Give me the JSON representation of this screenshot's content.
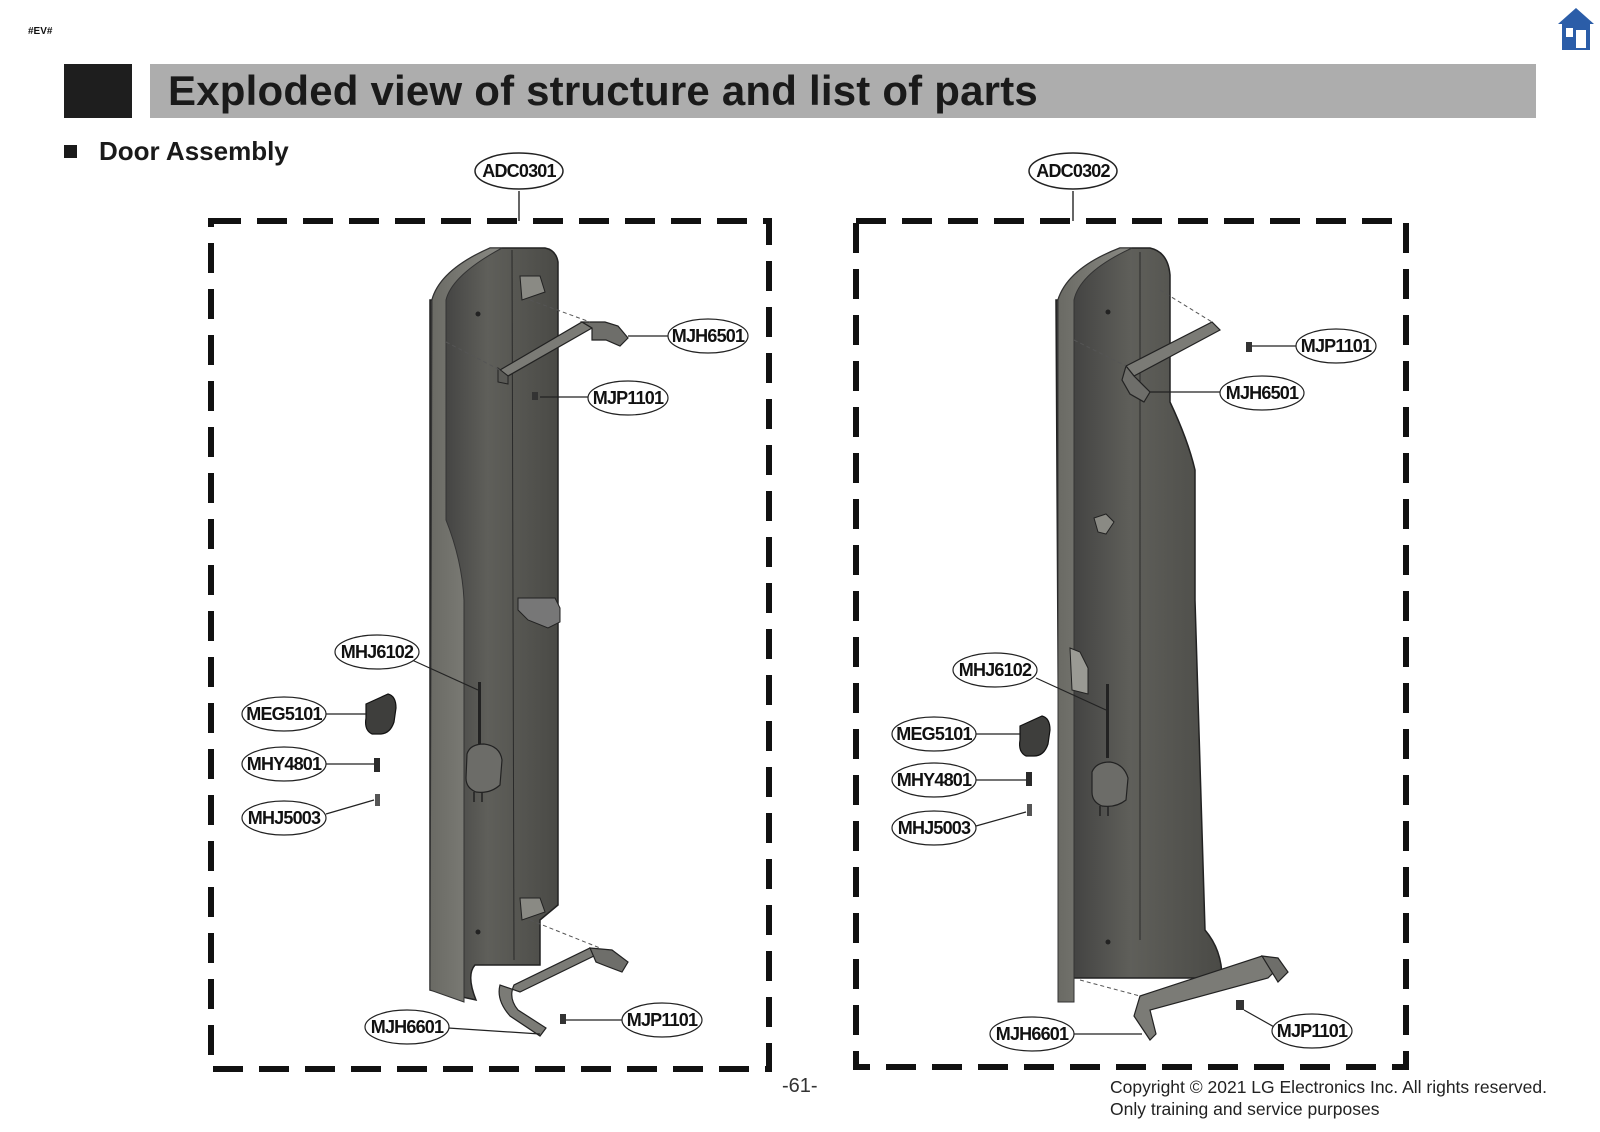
{
  "header": {
    "tag": "#EV#",
    "title": "Exploded view of structure and list of parts",
    "home_icon": "home-icon"
  },
  "section": {
    "title": "Door Assembly"
  },
  "assemblies": [
    {
      "id": "ADC0301",
      "parts": [
        "MJH6501",
        "MJP1101",
        "MHJ6102",
        "MEG5101",
        "MHY4801",
        "MHJ5003",
        "MJH6601",
        "MJP1101"
      ]
    },
    {
      "id": "ADC0302",
      "parts": [
        "MJP1101",
        "MJH6501",
        "MHJ6102",
        "MEG5101",
        "MHY4801",
        "MHJ5003",
        "MJH6601",
        "MJP1101"
      ]
    }
  ],
  "footer": {
    "page": "-61-",
    "copyright_line1": "Copyright © 2021 LG Electronics Inc. All rights reserved.",
    "copyright_line2": "Only training and service purposes"
  }
}
